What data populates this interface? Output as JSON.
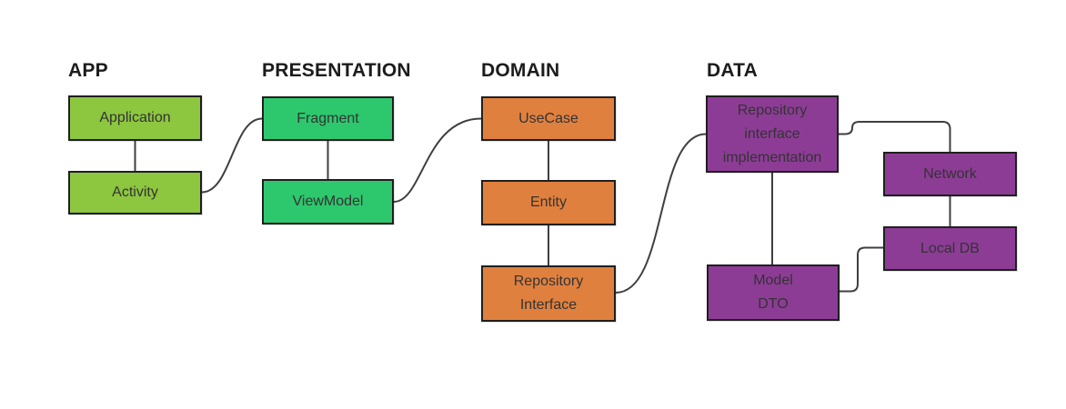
{
  "colors": {
    "background": "#ffffff",
    "connector": "#3f3f3f",
    "box_border": "#1f1f1f",
    "box_text": "#333333",
    "heading_text": "#1c1c1c"
  },
  "sections": {
    "app": {
      "title": "APP",
      "color": "#8dc63f"
    },
    "presentation": {
      "title": "PRESENTATION",
      "color": "#2dc86d"
    },
    "domain": {
      "title": "DOMAIN",
      "color": "#e0803e"
    },
    "data": {
      "title": "DATA",
      "color": "#8d3c96"
    }
  },
  "boxes": {
    "application": "Application",
    "activity": "Activity",
    "fragment": "Fragment",
    "viewmodel": "ViewModel",
    "usecase": "UseCase",
    "entity": "Entity",
    "repository_interface": "Repository\nInterface",
    "repository_interface_implementation": "Repository\ninterface\nimplementation",
    "model_dto": "Model\nDTO",
    "network": "Network",
    "local_db": "Local DB"
  }
}
